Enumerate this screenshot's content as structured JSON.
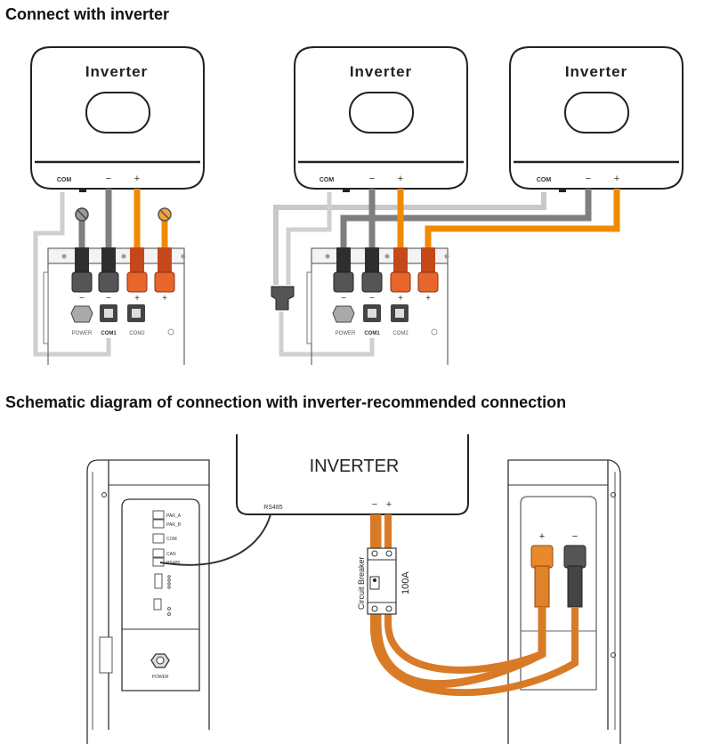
{
  "section1": {
    "title": "Connect with inverter",
    "inverter_label": "Inverter",
    "port_labels": {
      "com": "COM",
      "minus": "−",
      "plus": "+"
    },
    "battery_port_labels": {
      "power": "POWER",
      "com1": "COM1",
      "com2": "COM2"
    },
    "battery_polarity": [
      "−",
      "−",
      "+",
      "+"
    ]
  },
  "section2": {
    "title": "Schematic diagram of connection with inverter-recommended connection",
    "inverter_label": "INVERTER",
    "rs485_label": "RS485",
    "minus": "−",
    "plus": "+",
    "breaker_label": "Circuit Breaker",
    "breaker_rating": "100A",
    "panel_ports": [
      "PAR_A",
      "PAR_B",
      "COM",
      "CAN",
      "RS485"
    ],
    "power_label": "POWER",
    "right_polarity": [
      "+",
      "−"
    ]
  },
  "colors": {
    "orange": "#f08a00",
    "cable_orange": "#d97a26",
    "dark_gray": "#7a7a7a",
    "light_gray": "#c8c8c8",
    "connector_black": "#2e2e2e",
    "connector_orange": "#e0622a"
  }
}
